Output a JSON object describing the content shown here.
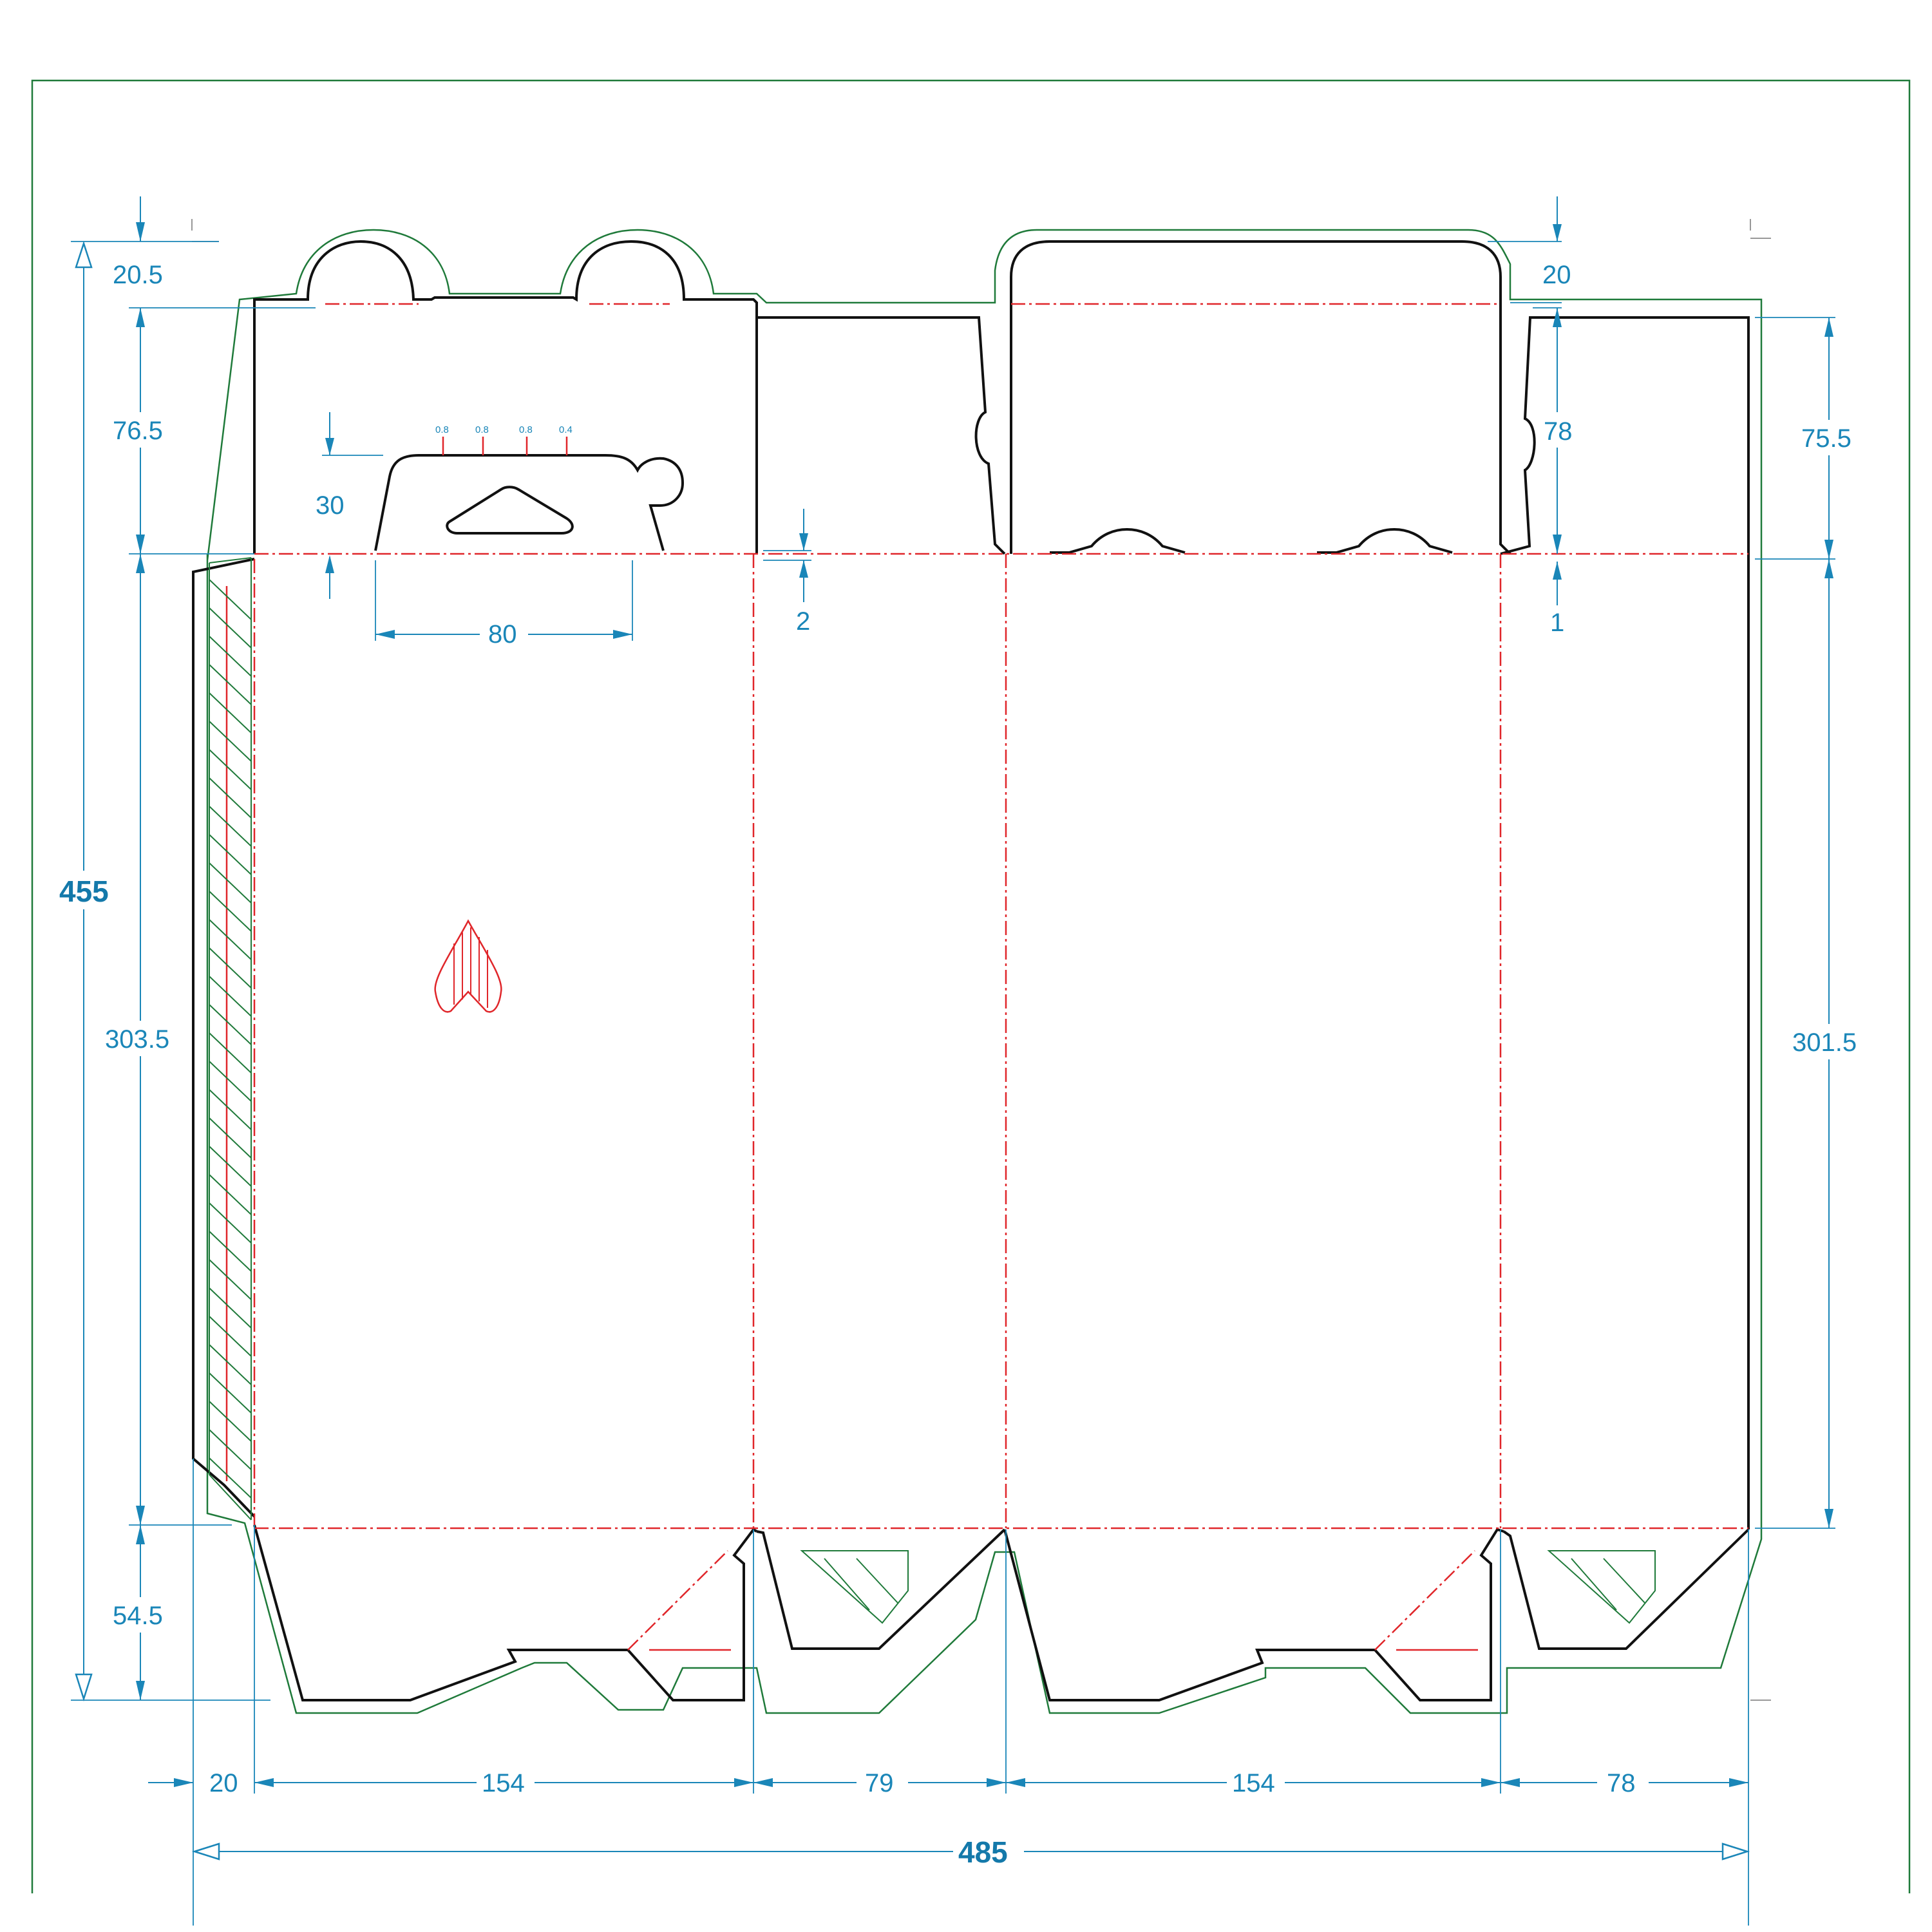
{
  "dimensions": {
    "total_height": "455",
    "total_width": "485",
    "left_top_tab": "20.5",
    "left_top_flap": "76.5",
    "left_body": "303.5",
    "left_bottom": "54.5",
    "hanger_height": "30",
    "hanger_width": "80",
    "offset_2": "2",
    "offset_1": "1",
    "right_tab": "20",
    "right_flap_78": "78",
    "right_flap": "75.5",
    "right_body": "301.5",
    "glue_flap_width": "20",
    "panel_1_width": "154",
    "panel_2_width": "79",
    "panel_3_width": "154",
    "panel_4_width": "78"
  },
  "small_marks": [
    "0.8",
    "0.8",
    "0.8",
    "0.4"
  ],
  "colors": {
    "cut_line": "#111111",
    "fold_line": "#e0262a",
    "bleed_line": "#1f7a3a",
    "dimension": "#1a86b8"
  }
}
